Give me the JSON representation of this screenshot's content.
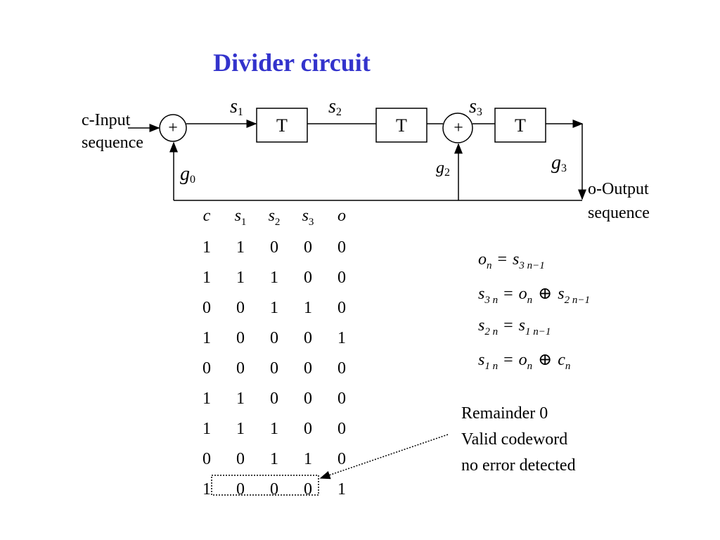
{
  "title": "Divider circuit",
  "diagram": {
    "input_label_1": "c-Input",
    "input_label_2": "sequence",
    "output_label_1": "o-Output",
    "output_label_2": "sequence",
    "register_label": "T",
    "adder_symbol": "+",
    "s1": "s",
    "s1_sub": "1",
    "s2": "s",
    "s2_sub": "2",
    "s3": "s",
    "s3_sub": "3",
    "g0": "g",
    "g0_sub": "0",
    "g2": "g",
    "g2_sub": "2",
    "g3": "g",
    "g3_sub": "3"
  },
  "table": {
    "headers": [
      {
        "main": "c",
        "sub": ""
      },
      {
        "main": "s",
        "sub": "1"
      },
      {
        "main": "s",
        "sub": "2"
      },
      {
        "main": "s",
        "sub": "3"
      },
      {
        "main": "o",
        "sub": ""
      }
    ],
    "rows": [
      [
        "1",
        "1",
        "0",
        "0",
        "0"
      ],
      [
        "1",
        "1",
        "1",
        "0",
        "0"
      ],
      [
        "0",
        "0",
        "1",
        "1",
        "0"
      ],
      [
        "1",
        "0",
        "0",
        "0",
        "1"
      ],
      [
        "0",
        "0",
        "0",
        "0",
        "0"
      ],
      [
        "1",
        "1",
        "0",
        "0",
        "0"
      ],
      [
        "1",
        "1",
        "1",
        "0",
        "0"
      ],
      [
        "0",
        "0",
        "1",
        "1",
        "0"
      ],
      [
        "1",
        "0",
        "0",
        "0",
        "1"
      ]
    ]
  },
  "equations": [
    {
      "lhs": "o",
      "lhs_sub": "n",
      "op": "=",
      "r1": "s",
      "r1_sub": "3 n−1",
      "op2": "",
      "r2": "",
      "r2_sub": ""
    },
    {
      "lhs": "s",
      "lhs_sub": "3 n",
      "op": "=",
      "r1": "o",
      "r1_sub": "n",
      "op2": "⊕",
      "r2": "s",
      "r2_sub": "2 n−1"
    },
    {
      "lhs": "s",
      "lhs_sub": "2 n",
      "op": "=",
      "r1": "s",
      "r1_sub": "1 n−1",
      "op2": "",
      "r2": "",
      "r2_sub": ""
    },
    {
      "lhs": "s",
      "lhs_sub": "1 n",
      "op": "=",
      "r1": "o",
      "r1_sub": "n",
      "op2": "⊕",
      "r2": "c",
      "r2_sub": "n"
    }
  ],
  "remark": {
    "line1": "Remainder 0",
    "line2": "Valid codeword",
    "line3": "no error detected"
  }
}
